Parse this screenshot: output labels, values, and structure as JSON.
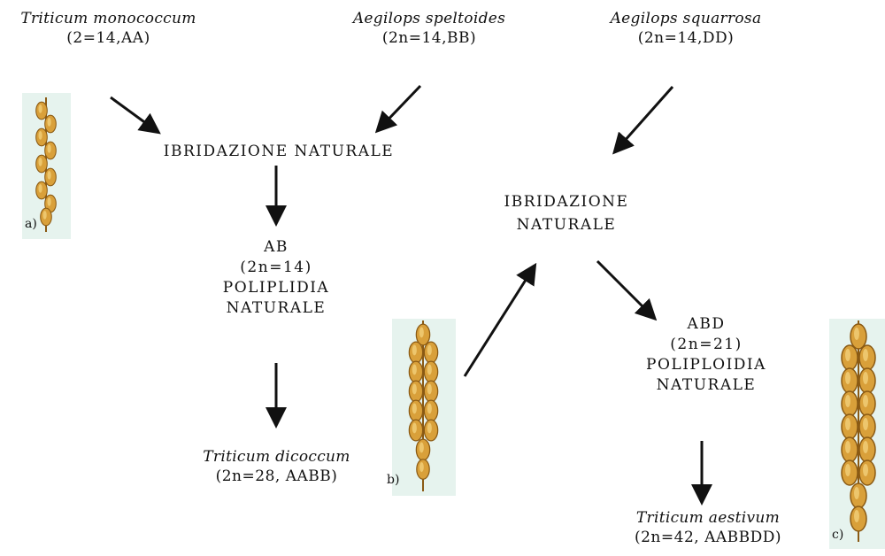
{
  "sources": [
    {
      "species": "Triticum monococcum",
      "genome": "(2=14,AA)"
    },
    {
      "species": "Aegilops speltoides",
      "genome": "(2n=14,BB)"
    },
    {
      "species": "Aegilops squarrosa",
      "genome": "(2n=14,DD)"
    }
  ],
  "step1": {
    "label": "IBRIDAZIONE NATURALE"
  },
  "ab": {
    "genome": "AB",
    "chrom": "(2n=14)",
    "line1": "POLIPLIDIA",
    "line2": "NATURALE"
  },
  "dicoccum": {
    "species": "Triticum dicoccum",
    "genome": "(2n=28, AABB)"
  },
  "step2": {
    "line1": "IBRIDAZIONE",
    "line2": "NATURALE"
  },
  "abd": {
    "genome": "ABD",
    "chrom": "(2n=21)",
    "line1": "POLIPLOIDIA",
    "line2": "NATURALE"
  },
  "aestivum": {
    "species": "Triticum aestivum",
    "genome": "(2n=42, AABBDD)"
  },
  "images": [
    {
      "tag": "a)",
      "icon": "wheat-ear-icon"
    },
    {
      "tag": "b)",
      "icon": "wheat-ear-icon"
    },
    {
      "tag": "c)",
      "icon": "wheat-ear-icon"
    }
  ],
  "colors": {
    "ear_gold": "#d9a03a",
    "ear_dark": "#8a5a14",
    "panel_bg": "#e6f3ee"
  }
}
